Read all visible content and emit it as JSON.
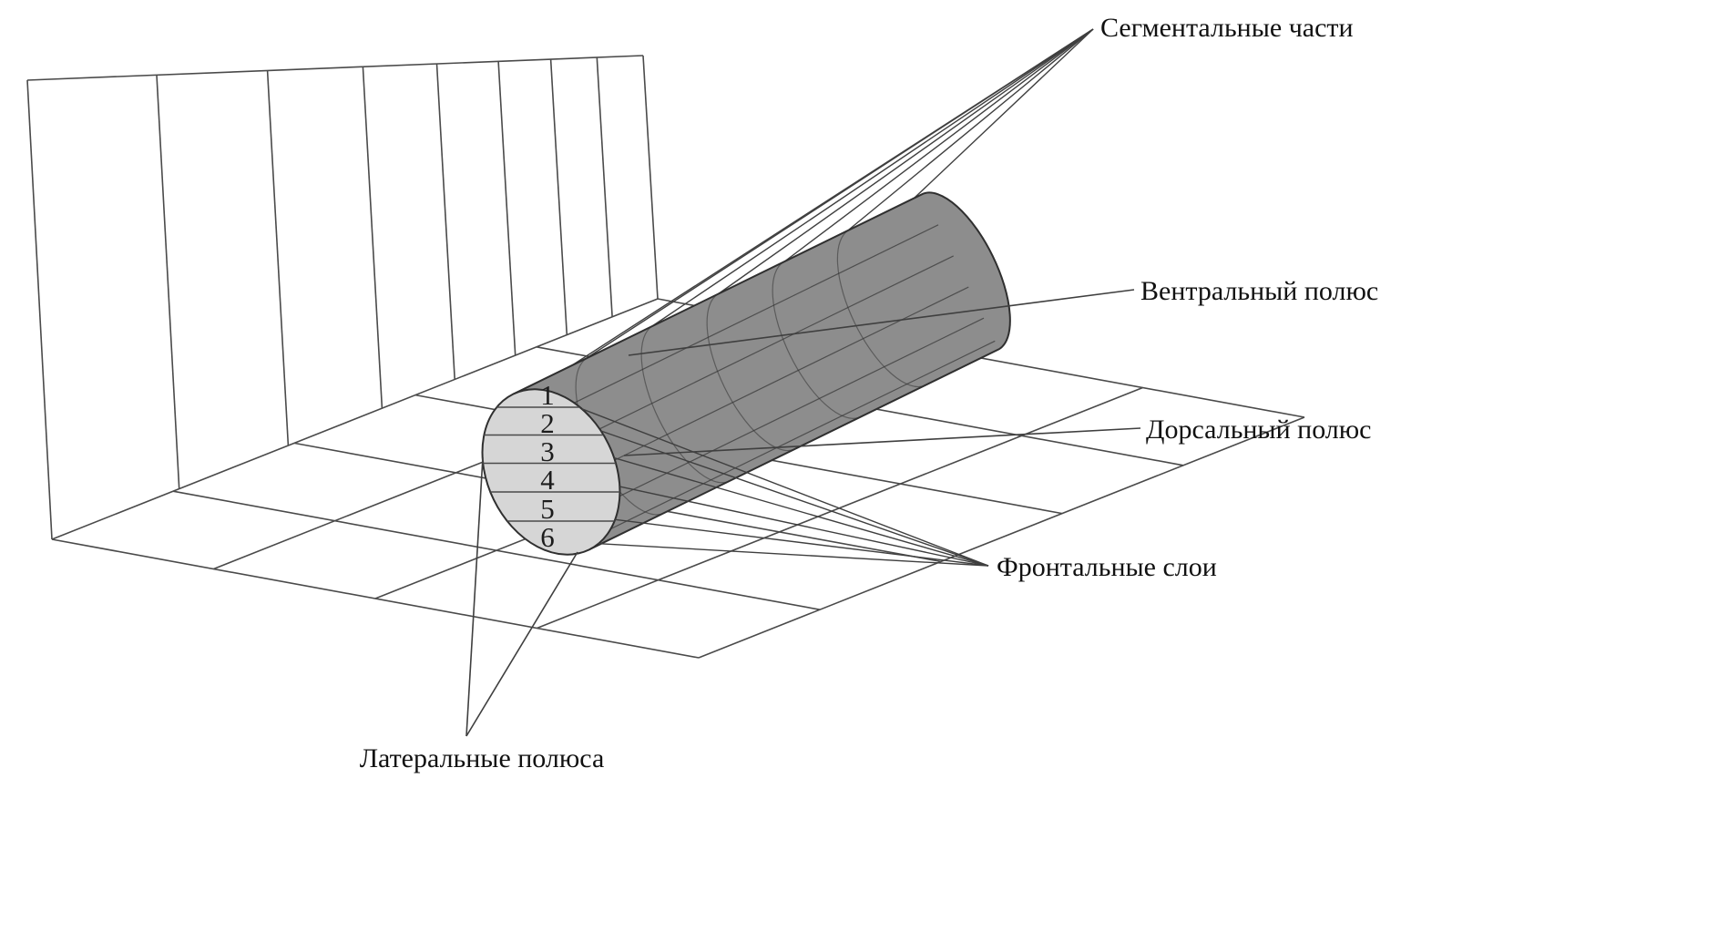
{
  "figure": {
    "labels": {
      "segmental": "Сегментальные части",
      "ventral": "Вентральный полюс",
      "dorsal": "Дорсальный полюс",
      "frontal": "Фронтальные слои",
      "lateral": "Латеральные полюса"
    },
    "face_numbers": [
      "1",
      "2",
      "3",
      "4",
      "5",
      "6"
    ],
    "colors": {
      "line": "#3f3f3f",
      "cylinder_body": "#8d8d8d",
      "cylinder_face": "#d6d6d6",
      "label_text": "#111111",
      "background": "#ffffff"
    }
  }
}
